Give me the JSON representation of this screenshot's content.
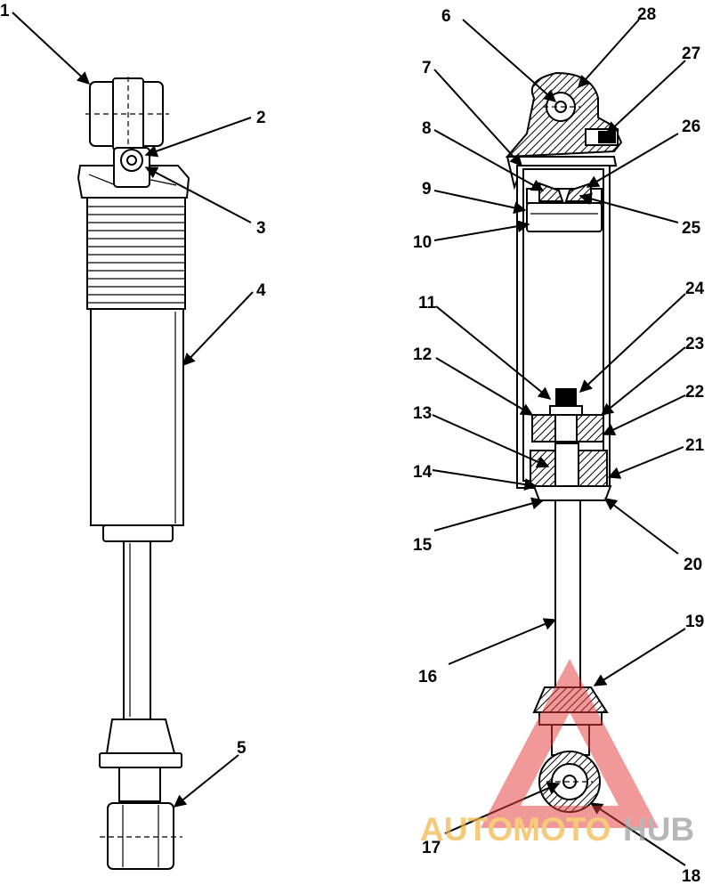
{
  "callouts": [
    "1",
    "2",
    "3",
    "4",
    "5",
    "6",
    "7",
    "8",
    "9",
    "10",
    "11",
    "12",
    "13",
    "14",
    "15",
    "16",
    "17",
    "18",
    "19",
    "20",
    "21",
    "22",
    "23",
    "24",
    "25",
    "26",
    "27",
    "28"
  ],
  "watermark": {
    "brand_part1": "AUTOMOTO",
    "brand_part2": "HUB",
    "color_part1": "#f2b544",
    "color_part2": "#9a9a9a",
    "logo_color": "#e43c3c"
  }
}
